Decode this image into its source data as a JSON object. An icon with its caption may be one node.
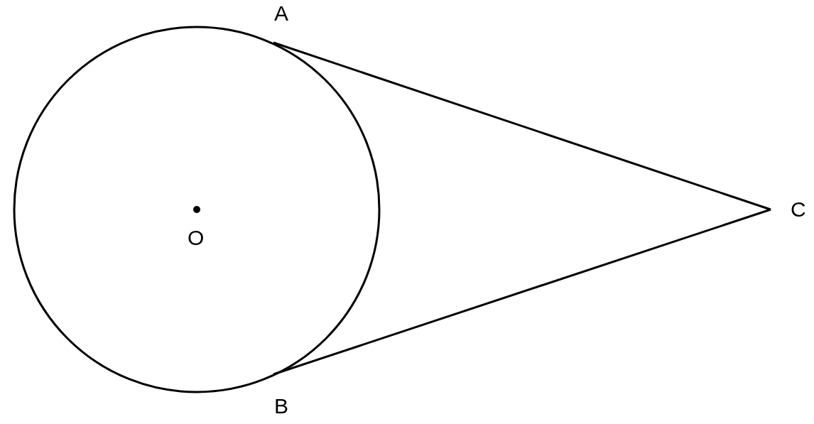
{
  "diagram": {
    "nodes": [
      {
        "text": [
          "A"
        ]
      },
      {
        "text": [
          "B"
        ]
      },
      {
        "text": [
          "C"
        ]
      }
    ],
    "edges": [
      {
        "from": 0,
        "to": 2,
        "arrow": "none"
      },
      {
        "from": 1,
        "to": 2,
        "arrow": "none"
      }
    ],
    "labels": [
      "O"
    ]
  }
}
